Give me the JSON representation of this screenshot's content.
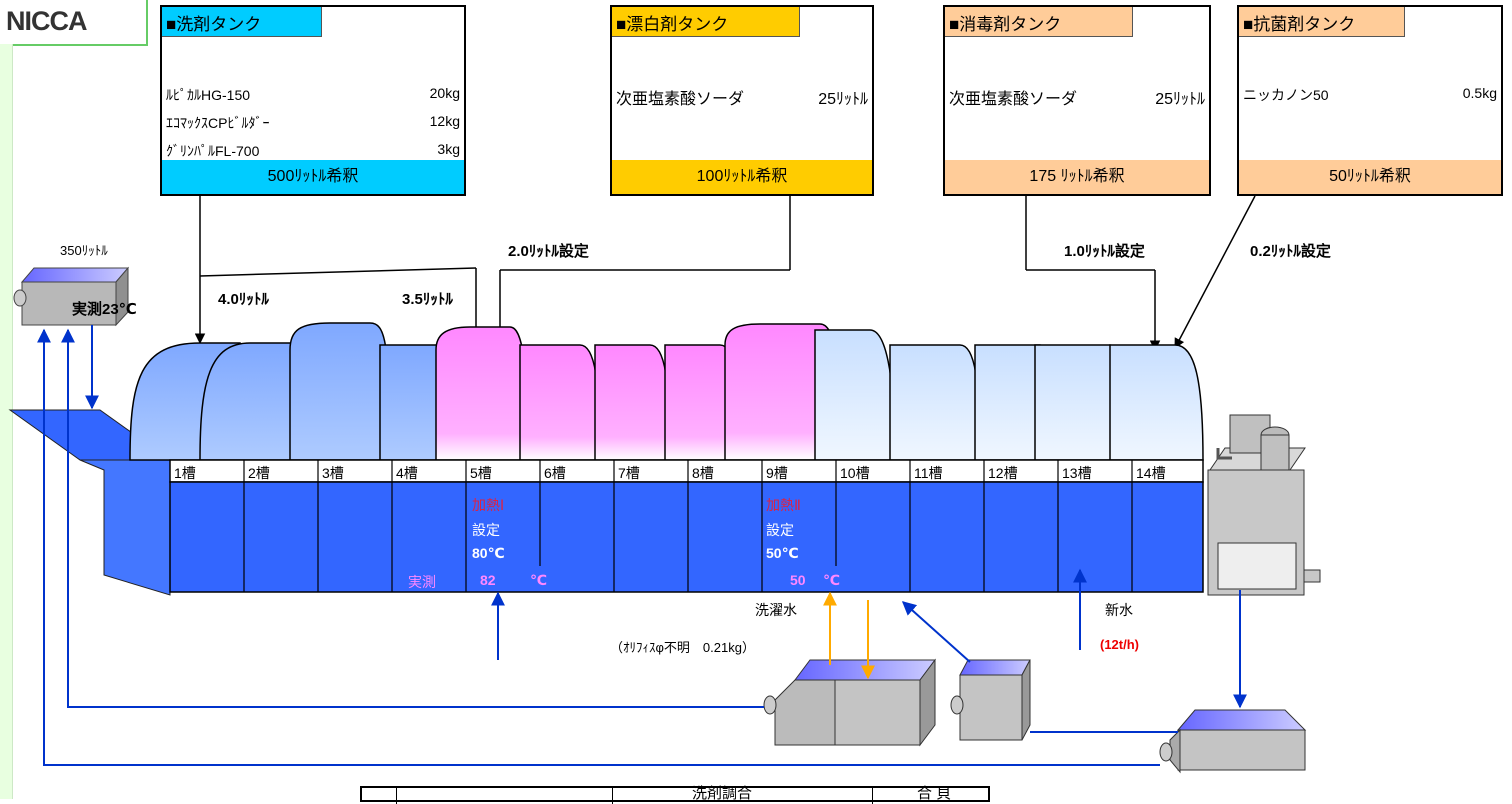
{
  "logo": "NICCA",
  "tanks": [
    {
      "title": "■洗剤タンク",
      "color": "#00ccff",
      "items": [
        [
          "ﾙﾋﾟｶﾙHG-150",
          "20kg"
        ],
        [
          "ｴｺﾏｯｸｽCPﾋﾞﾙﾀﾞｰ",
          "12kg"
        ],
        [
          "ｸﾞﾘﾝﾊﾟﾙFL-700",
          "3kg"
        ]
      ],
      "dilution": "500ﾘｯﾄﾙ希釈"
    },
    {
      "title": "■漂白剤タンク",
      "color": "#ffcc00",
      "items": [
        [
          "次亜塩素酸ソーダ",
          "25ﾘｯﾄﾙ"
        ]
      ],
      "dilution": "100ﾘｯﾄﾙ希釈"
    },
    {
      "title": "■消毒剤タンク",
      "color": "#ffcc99",
      "items": [
        [
          "次亜塩素酸ソーダ",
          "25ﾘｯﾄﾙ"
        ]
      ],
      "dilution": "175 ﾘｯﾄﾙ希釈"
    },
    {
      "title": "■抗菌剤タンク",
      "color": "#ffcc99",
      "items": [
        [
          "ニッカノン50",
          "0.5kg"
        ]
      ],
      "dilution": "50ﾘｯﾄﾙ希釈"
    }
  ],
  "dosing": {
    "d1": "4.0ﾘｯﾄﾙ",
    "d2": "3.5ﾘｯﾄﾙ",
    "d3": "2.0ﾘｯﾄﾙ設定",
    "d4": "1.0ﾘｯﾄﾙ設定",
    "d5": "0.2ﾘｯﾄﾙ設定"
  },
  "supply_tank": {
    "volume": "350ﾘｯﾄﾙ",
    "temp": "実測23℃"
  },
  "cells": [
    "1槽",
    "2槽",
    "3槽",
    "4槽",
    "5槽",
    "6槽",
    "7槽",
    "8槽",
    "9槽",
    "10槽",
    "11槽",
    "12槽",
    "13槽",
    "14槽"
  ],
  "heat1": {
    "label": "加熱Ⅰ",
    "set": "設定",
    "setval": "80℃",
    "meas": "実測",
    "measval": "82",
    "unit": "℃"
  },
  "heat2": {
    "label": "加熱Ⅱ",
    "set": "設定",
    "setval": "50℃",
    "measval": "50",
    "unit": "℃"
  },
  "rinse_water": "洗濯水",
  "new_water": "新水",
  "new_water_rate": "(12t/h)",
  "orifice_note": "（ｵﾘﾌｨｽφ不明　0.21kg）",
  "table_header": {
    "c2": "洗剤調合",
    "c3": "合 貝"
  },
  "colors": {
    "blue_water": "#3366ff",
    "pipe": "#0033cc",
    "pink": "#ff99ff",
    "light_blue": "#99bbff",
    "pale": "#ddeeff",
    "orange": "#ffaa00"
  }
}
